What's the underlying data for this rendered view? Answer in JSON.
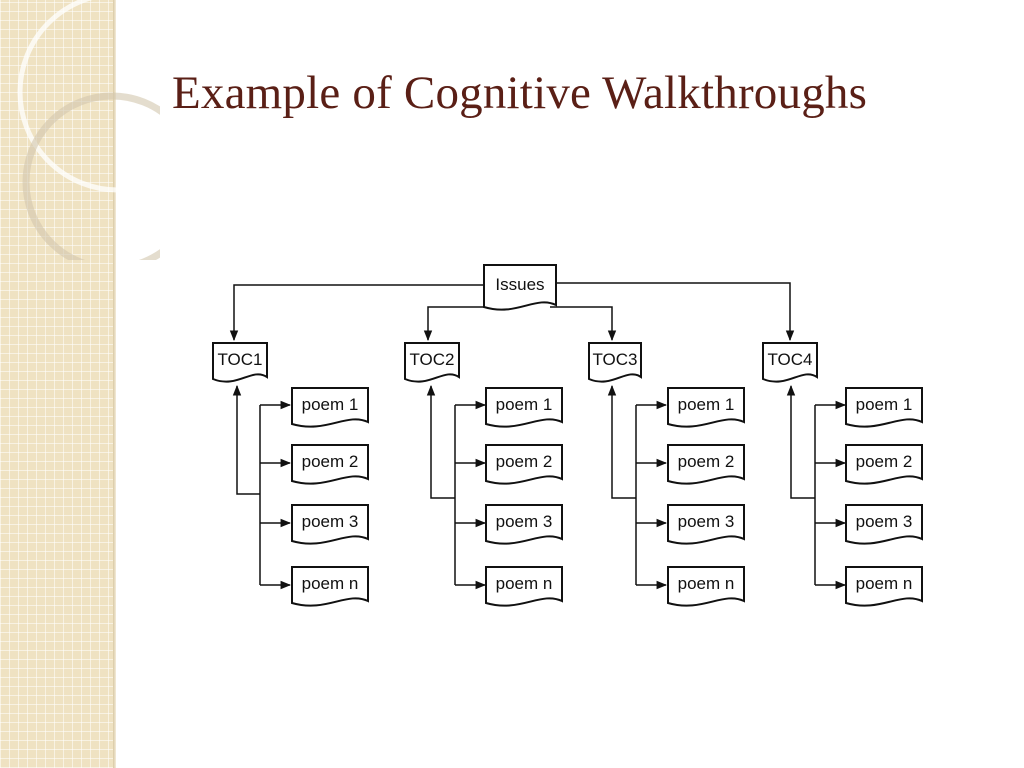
{
  "slide": {
    "title": "Example of Cognitive Walkthroughs"
  },
  "diagram": {
    "root": "Issues",
    "tocs": [
      {
        "label": "TOC1",
        "poems": [
          "poem 1",
          "poem 2",
          "poem 3",
          "poem n"
        ]
      },
      {
        "label": "TOC2",
        "poems": [
          "poem 1",
          "poem 2",
          "poem 3",
          "poem n"
        ]
      },
      {
        "label": "TOC3",
        "poems": [
          "poem 1",
          "poem 2",
          "poem 3",
          "poem n"
        ]
      },
      {
        "label": "TOC4",
        "poems": [
          "poem 1",
          "poem 2",
          "poem 3",
          "poem n"
        ]
      }
    ]
  },
  "colors": {
    "title": "#5a1f16",
    "side_band": "#efe2c2",
    "stroke": "#111111"
  }
}
